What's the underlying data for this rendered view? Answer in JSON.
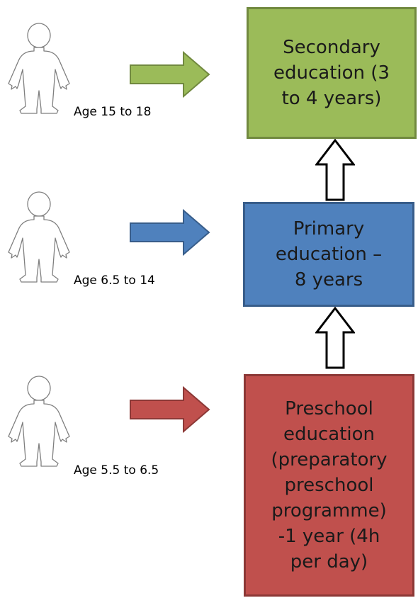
{
  "stages": [
    {
      "id": "secondary",
      "age_label": "Age 15 to 18",
      "box_text": "Secondary\neducation (3\nto 4 years)",
      "fill": "#9BBB59",
      "border": "#71893F"
    },
    {
      "id": "primary",
      "age_label": "Age 6.5 to 14",
      "box_text": "Primary\neducation –\n8 years",
      "fill": "#4F81BD",
      "border": "#385D8A"
    },
    {
      "id": "preschool",
      "age_label": "Age 5.5 to 6.5",
      "box_text": "Preschool\neducation\n(preparatory\npreschool\nprogramme)\n-1 year (4h\nper day)",
      "fill": "#C0504D",
      "border": "#8C3836"
    }
  ],
  "icons": {
    "child": "child-outline-icon",
    "horizontal_arrow": "arrow-right-icon",
    "vertical_arrow": "arrow-up-icon"
  }
}
